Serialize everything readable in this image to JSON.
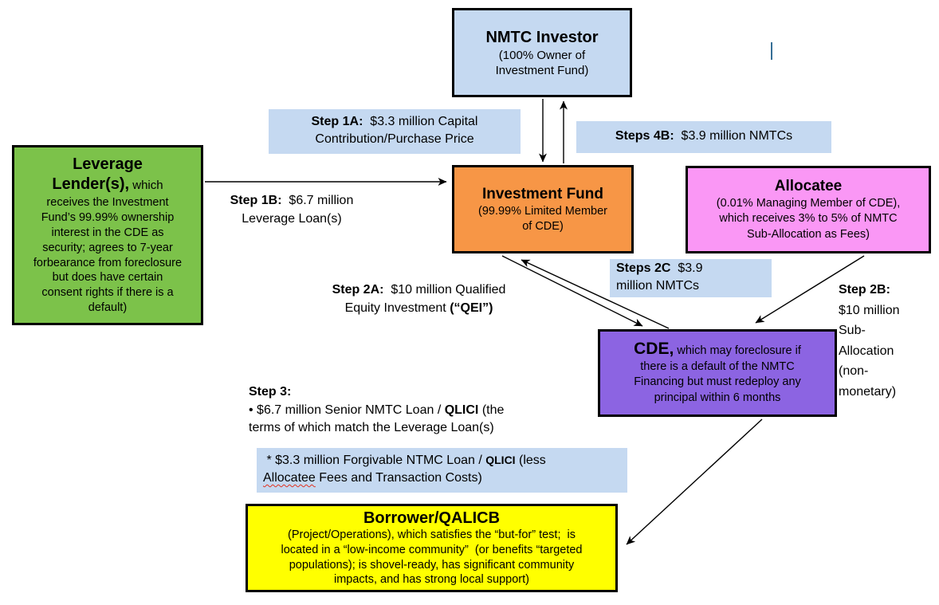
{
  "colors": {
    "label_bg": "#C5D9F1",
    "nmtc_investor_bg": "#C5D9F1",
    "leverage_lender_bg": "#7CC24A",
    "investment_fund_bg": "#F79646",
    "allocatee_bg": "#FA97F5",
    "cde_bg": "#8C64E2",
    "borrower_bg": "#FFFF00",
    "border": "#000000",
    "caret": "#366F96",
    "squiggle": "#E0301E"
  },
  "boxes": {
    "nmtc_investor": {
      "title": "NMTC Investor",
      "body": "(100% Owner of\nInvestment Fund)"
    },
    "leverage_lender": {
      "title_line1": "Leverage",
      "title_line2_bold": "Lender(s),",
      "title_line2_rest": " which",
      "body": "receives the Investment\nFund’s 99.99% ownership\ninterest in the CDE as\nsecurity; agrees to 7-year\nforbearance from foreclosure\nbut does have certain\nconsent rights if there is a\ndefault)"
    },
    "investment_fund": {
      "title": "Investment Fund",
      "body": "(99.99% Limited Member\nof CDE)"
    },
    "allocatee": {
      "title": "Allocatee",
      "body": "(0.01% Managing Member of CDE),\nwhich receives 3% to 5% of NMTC\nSub-Allocation as Fees)"
    },
    "cde": {
      "title_bold": "CDE,",
      "body": " which may foreclosure if\nthere is a default of the NMTC\nFinancing but must redeploy any\nprincipal within 6 months"
    },
    "borrower": {
      "title": "Borrower/QALICB",
      "body": "(Project/Operations), which satisfies the “but-for” test;  is\nlocated in a “low-income community”  (or benefits “targeted\npopulations); is shovel-ready, has significant community\nimpacts, and has strong local support)"
    }
  },
  "labels": {
    "step1a": {
      "bold": "Step 1A:",
      "rest": "  $3.3 million Capital\nContribution/Purchase Price"
    },
    "step1b": {
      "bold": "Step 1B:",
      "rest": "  $6.7 million\nLeverage Loan(s)"
    },
    "steps4b": {
      "bold": "Steps 4B:",
      "rest": "  $3.9 million NMTCs"
    },
    "step2a": {
      "bold": "Step 2A:",
      "rest": "  $10 million Qualified\nEquity Investment ",
      "qei_bold": "(“QEI”)"
    },
    "steps2c": {
      "bold": "Steps 2C",
      "rest": "  $3.9\nmillion NMTCs"
    },
    "step2b": {
      "bold": "Step 2B:",
      "rest": "\n$10 million\nSub-\nAllocation\n(non-\nmonetary)"
    },
    "step3": {
      "bold": "Step 3:",
      "bullet_pre": "\n• $6.7 million Senior NMTC Loan / ",
      "qlici_bold": "QLICI",
      "bullet_post": " (the\nterms of which match the Leverage Loan(s)"
    },
    "step3_star": {
      "pre": " * $3.3 million Forgivable NTMC Loan / ",
      "qlici_bold": "QLICI",
      "post_pre": " (less\n",
      "allocatee_word": "Allocatee",
      "post_rest": " Fees and Transaction Costs)"
    }
  },
  "arrows": {
    "leverage_loan": "Leverage Lender(s) to Investment Fund",
    "capital_contribution": "NMTC Investor to Investment Fund",
    "nmtcs_to_investor": "Investment Fund to NMTC Investor",
    "qei": "Investment Fund to CDE",
    "nmtcs_to_fund": "CDE to Investment Fund",
    "sub_allocation": "Allocatee to CDE",
    "qlici_loans": "CDE to Borrower/QALICB"
  }
}
